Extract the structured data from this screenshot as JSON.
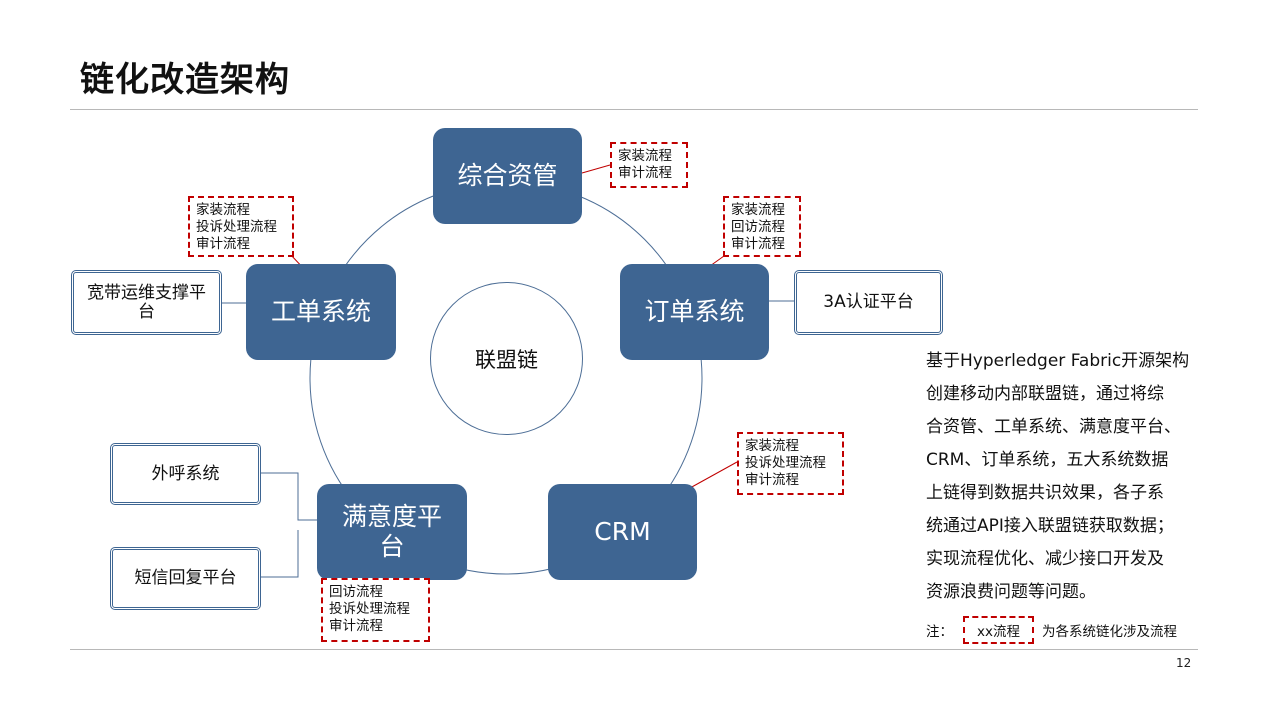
{
  "title": "链化改造架构",
  "center": "联盟链",
  "nodes": {
    "zonghe": "综合资管",
    "dingdan": "订单系统",
    "gongdan": "工单系统",
    "manyi_line1": "满意度平",
    "manyi_line2": "台",
    "crm": "CRM"
  },
  "flows": {
    "zonghe": [
      "家装流程",
      "审计流程"
    ],
    "gongdan": [
      "家装流程",
      "投诉处理流程",
      "审计流程"
    ],
    "dingdan": [
      "家装流程",
      "回访流程",
      "审计流程"
    ],
    "crm": [
      "家装流程",
      "投诉处理流程",
      "审计流程"
    ],
    "manyi": [
      "回访流程",
      "投诉处理流程",
      "审计流程"
    ]
  },
  "side_systems": {
    "kuandai_line1": "宽带运维支撑平",
    "kuandai_line2": "台",
    "auth": "3A认证平台",
    "waihu": "外呼系统",
    "duanxin": "短信回复平台"
  },
  "description_lines": [
    "基于Hyperledger Fabric开源架构",
    "创建移动内部联盟链，通过将综",
    "合资管、工单系统、满意度平台、",
    "CRM、订单系统，五大系统数据",
    "上链得到数据共识效果，各子系",
    "统通过API接入联盟链获取数据；",
    "实现流程优化、减少接口开发及",
    "资源浪费问题等问题。"
  ],
  "note": {
    "prefix": "注：",
    "sample": "xx流程",
    "suffix": "为各系统链化涉及流程"
  },
  "page_number": "12",
  "colors": {
    "node_fill": "#3e6592",
    "dash_red": "#c00000",
    "ring": "#4d6e96"
  }
}
